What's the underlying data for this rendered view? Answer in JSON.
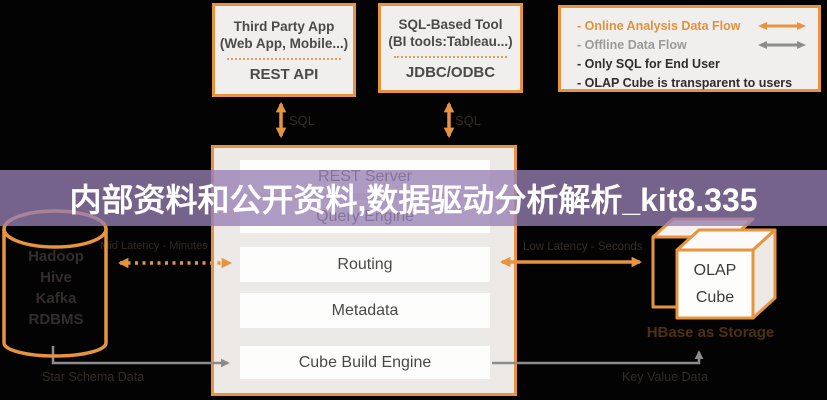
{
  "banner": {
    "text": "内部资料和公开资料,数据驱动分析解析_kit8.335"
  },
  "top_boxes": [
    {
      "title": "Third Party App",
      "subtitle": "(Web App, Mobile...)",
      "interface": "REST API"
    },
    {
      "title": "SQL-Based Tool",
      "subtitle": "(BI tools:Tableau...)",
      "interface": "JDBC/ODBC"
    }
  ],
  "legend": {
    "items": [
      {
        "label": "- Online Analysis Data Flow"
      },
      {
        "label": "- Offline Data Flow"
      },
      {
        "label": "- Only SQL for End User"
      },
      {
        "label": "- OLAP Cube is transparent to users"
      }
    ]
  },
  "server": {
    "layers": [
      "REST Server",
      "Query Engine",
      "Routing",
      "Metadata",
      "Cube Build Engine"
    ]
  },
  "data_sources": {
    "items": [
      "Hadoop",
      "Hive",
      "Kafka",
      "RDBMS"
    ]
  },
  "olap_cube": {
    "line1": "OLAP",
    "line2": "Cube",
    "caption": "HBase as Storage"
  },
  "flow_labels": {
    "sql_left": "SQL",
    "sql_right": "SQL",
    "mid_latency": "Mid Latency - Minutes",
    "low_latency": "Low Latency - Seconds",
    "star_schema": "Star Schema Data",
    "key_value": "Key Value Data"
  },
  "colors": {
    "accent_orange": "#E79440",
    "arrow_gray": "#8C8C8C",
    "banner_purple": "#977FB2",
    "box_bg": "#F1EFED",
    "page_bg": "#030303"
  }
}
